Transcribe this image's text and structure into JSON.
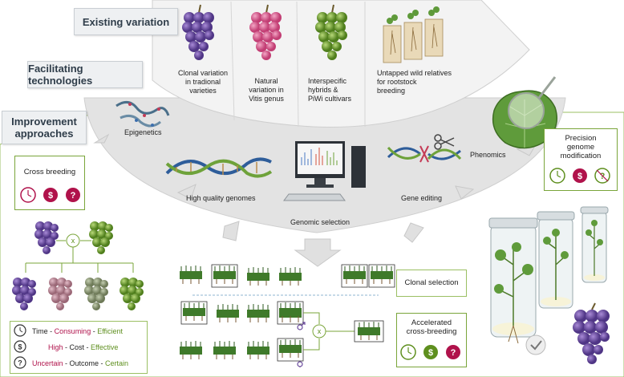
{
  "sections": {
    "existing_variation": "Existing variation",
    "facilitating_technologies": "Facilitating technologies",
    "improvement_approaches_line1": "Improvement",
    "improvement_approaches_line2": "approaches"
  },
  "existing": {
    "clonal": [
      "Clonal variation",
      "in tradional",
      "varieties"
    ],
    "natural": [
      "Natural",
      "variation in",
      "Vitis genus"
    ],
    "hybrids": [
      "Interspecific",
      "hybrids &",
      "PiWi cultivars"
    ],
    "wild": [
      "Untapped wild relatives",
      "for rootstock",
      "breeding"
    ]
  },
  "technologies": {
    "epigenetics": "Epigenetics",
    "genomes": "High quality genomes",
    "genomic_selection": "Genomic selection",
    "gene_editing": "Gene editing",
    "phenomics": "Phenomics"
  },
  "approaches": {
    "cross_breeding": "Cross breeding",
    "precision": [
      "Precision",
      "genome",
      "modification"
    ],
    "clonal_selection": "Clonal selection",
    "accelerated": [
      "Accelerated",
      "cross-breeding"
    ],
    "cross_symbol": "x"
  },
  "legend": {
    "time": {
      "a": "Time",
      "sep1": " - ",
      "b": "Consuming",
      "sep2": " - ",
      "c": "Efficient"
    },
    "cost": {
      "a": "High",
      "sep1": " - ",
      "b": "Cost",
      "sep2": " - ",
      "c": "Effective"
    },
    "outcome": {
      "a": "Uncertain",
      "sep1": " - ",
      "b": "Outcome",
      "sep2": " - ",
      "c": "Certain"
    }
  },
  "icons": {
    "dollar": "$",
    "question": "?"
  },
  "colors": {
    "bad": "#b0124b",
    "good": "#5e8f1e",
    "grape_purple": "#6a4a9c",
    "grape_pink": "#d65c8c",
    "grape_green": "#6f9a2c",
    "arc_fill": "#e2e2e2",
    "frame": "#7aa53a"
  }
}
